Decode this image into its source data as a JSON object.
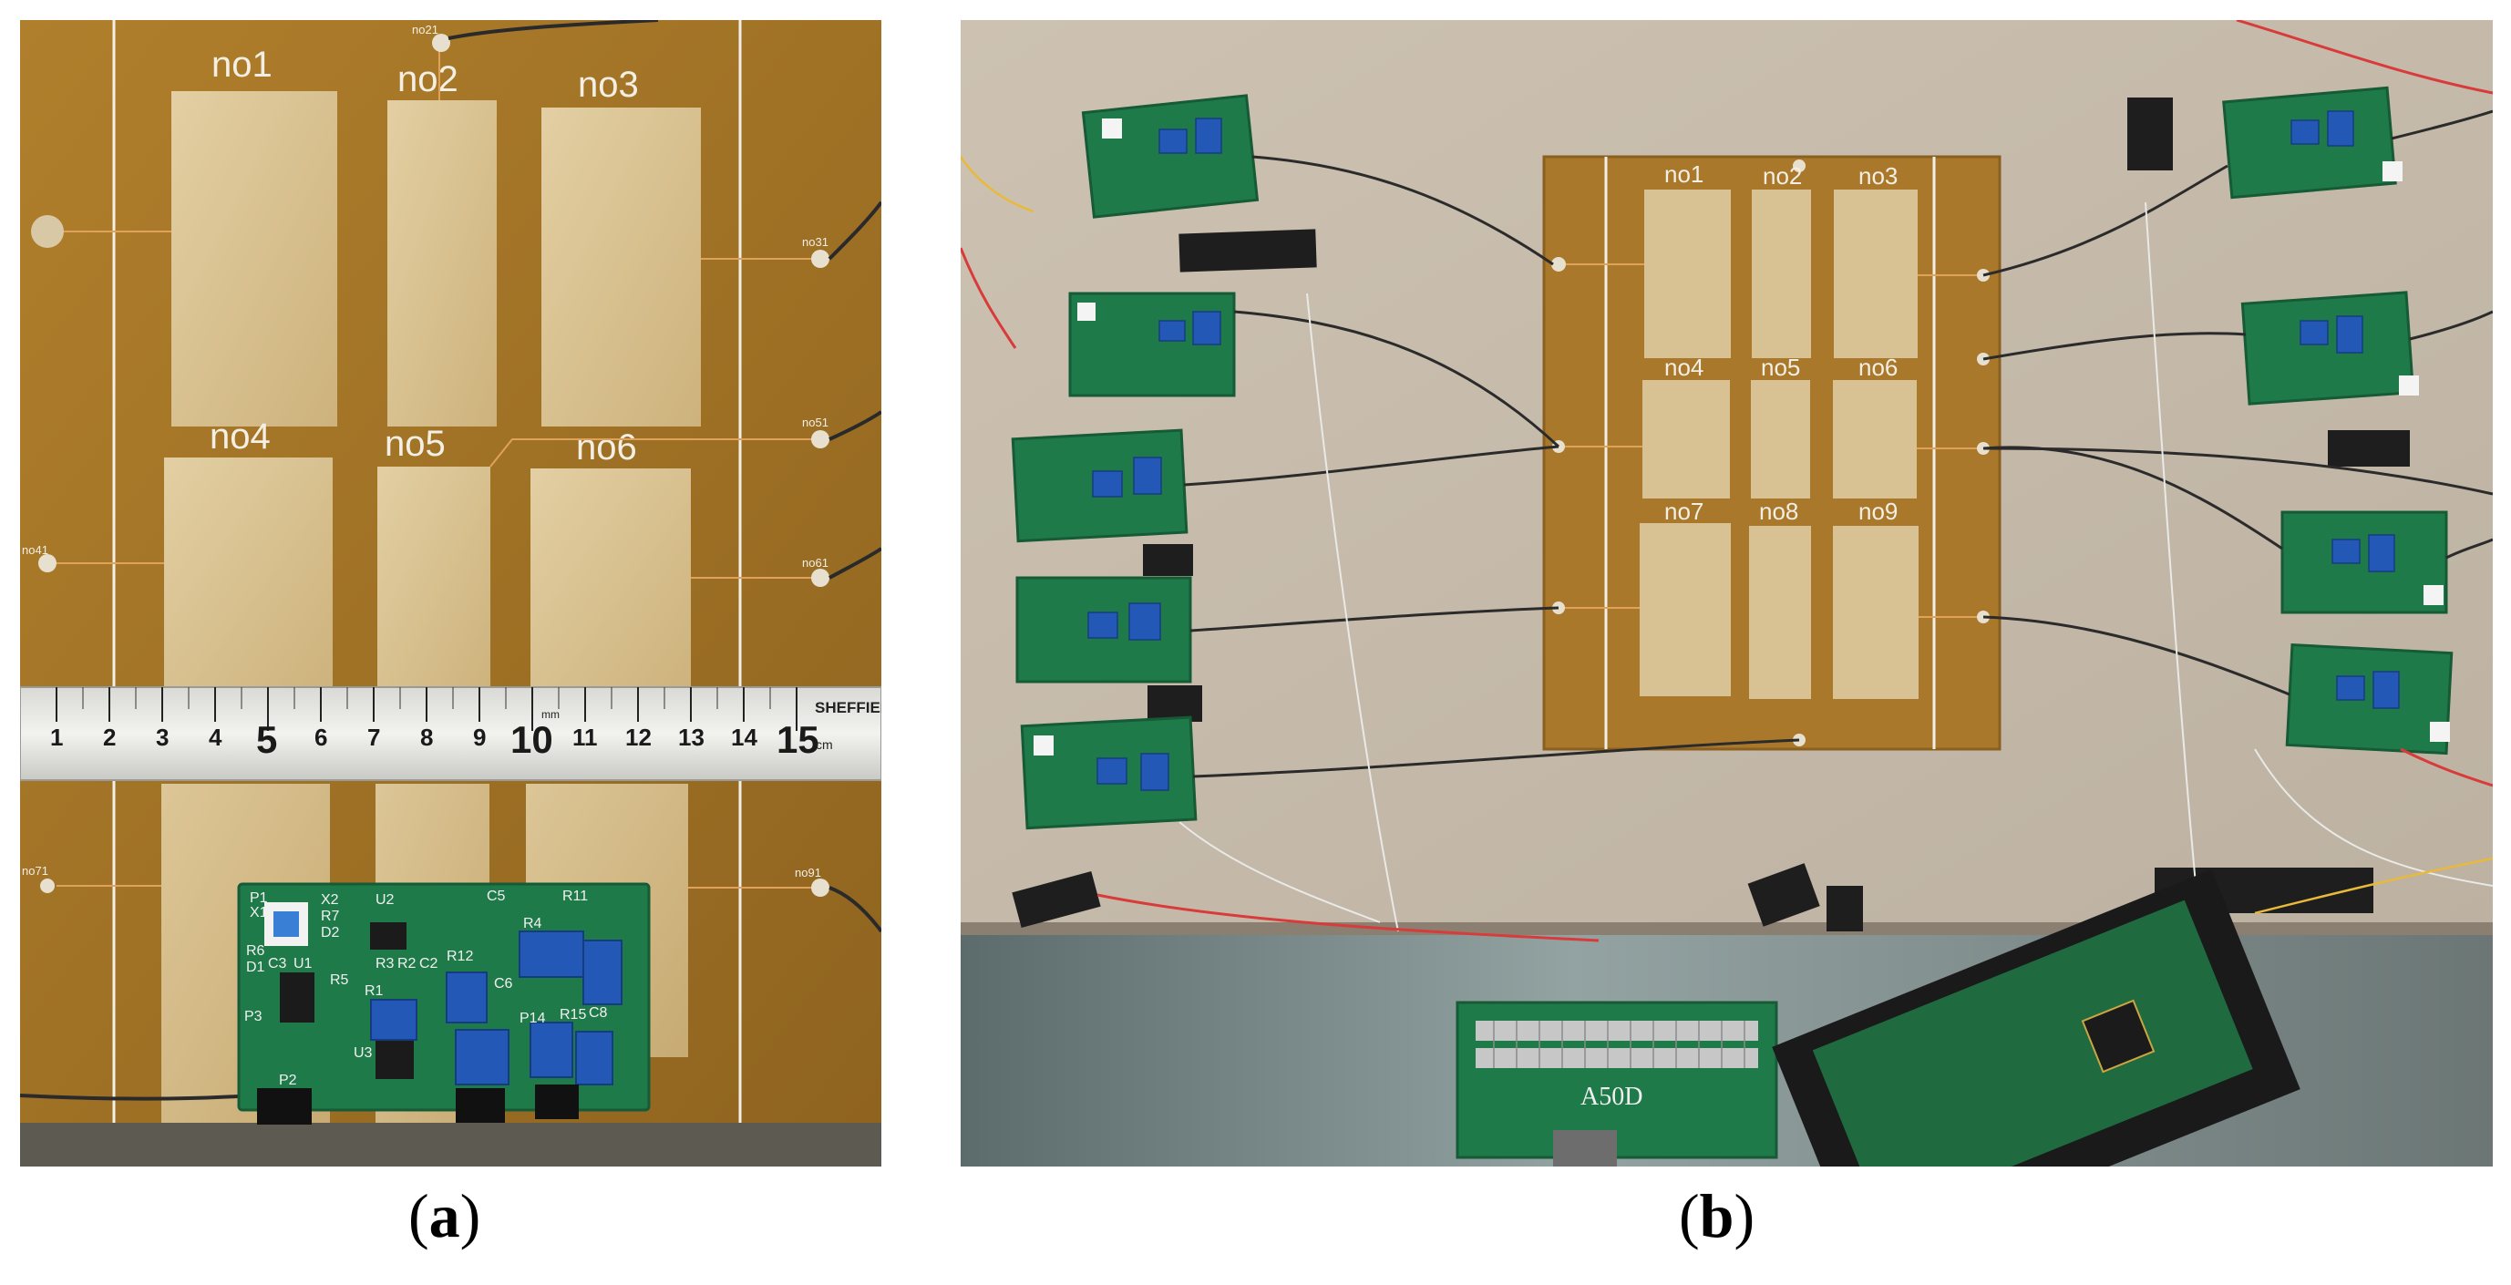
{
  "panel_a": {
    "pad_labels": [
      "no1",
      "no2",
      "no3",
      "no4",
      "no5",
      "no6"
    ],
    "node_labels": [
      "no31",
      "no51",
      "no41",
      "no61",
      "no71",
      "no91",
      "no21"
    ],
    "ruler": {
      "brand": "SHEFFIELD",
      "unit_mm": "mm",
      "unit_cm": "cm",
      "numbers": [
        "1",
        "2",
        "3",
        "4",
        "5",
        "6",
        "7",
        "8",
        "9",
        "10",
        "11",
        "12",
        "13",
        "14",
        "15"
      ]
    },
    "board_labels": [
      "P1",
      "X1",
      "X2",
      "U2",
      "C5",
      "R11",
      "R7",
      "D2",
      "R6",
      "D1",
      "C3",
      "U1",
      "R3",
      "R2",
      "C2",
      "R12",
      "R4",
      "C6",
      "C8",
      "R5",
      "P3",
      "R1",
      "U3",
      "P2",
      "P14",
      "R15"
    ]
  },
  "panel_b": {
    "pad_labels": [
      "no1",
      "no2",
      "no3",
      "no4",
      "no5",
      "no6",
      "no7",
      "no8",
      "no9"
    ],
    "terminal_label": "A50D"
  },
  "captions": {
    "a_open": "(",
    "a_letter": "a",
    "a_close": ")",
    "b_open": "(",
    "b_letter": "b",
    "b_close": ")"
  },
  "colors": {
    "copper_pad": "#d8c193",
    "substrate": "#a9782a",
    "pcb_green": "#1f7a4a",
    "trimmer_blue": "#2458b6",
    "wood_table": "#cdc2b2"
  },
  "icons": [
    "ruler-icon",
    "pcb-board-icon",
    "trimmer-potentiometer-icon",
    "pin-header-icon",
    "wire-icon"
  ]
}
